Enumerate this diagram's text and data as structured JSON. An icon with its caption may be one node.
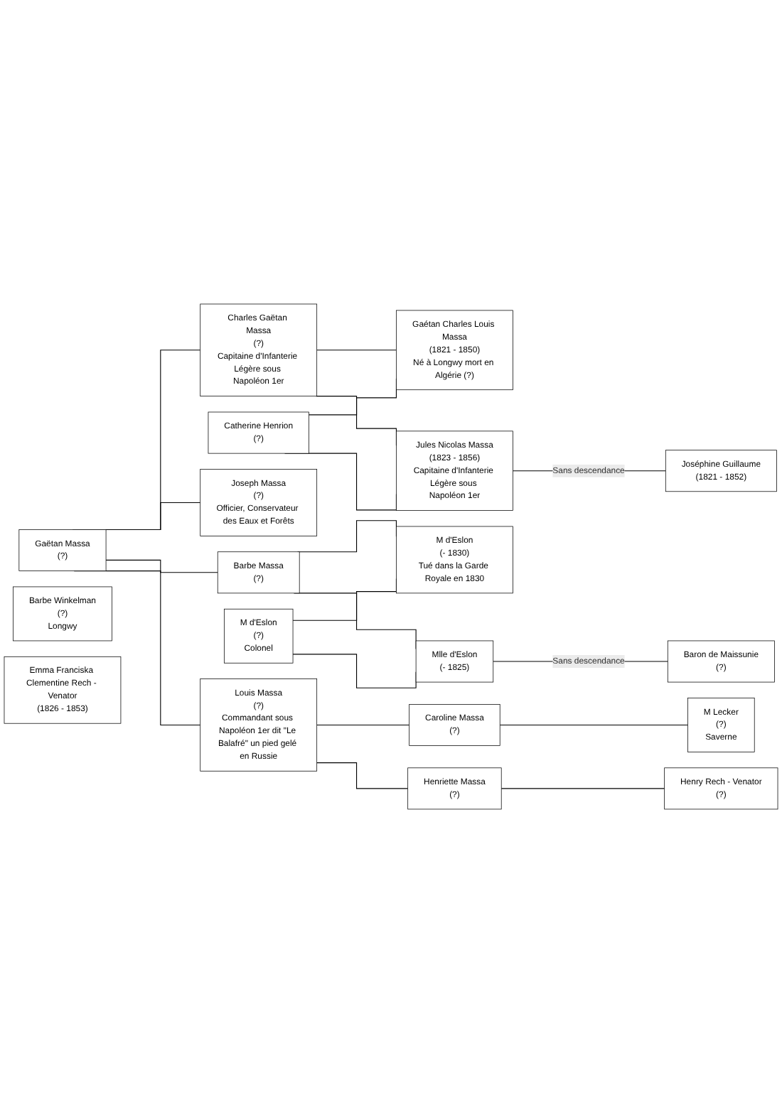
{
  "diagram": {
    "nodes": [
      {
        "text": [
          "Gaëtan Massa",
          "(?)"
        ]
      },
      {
        "text": [
          "Barbe Winkelman",
          "(?)",
          "Longwy"
        ]
      },
      {
        "text": [
          "Charles Gaëtan Massa",
          "(?)",
          "Capitaine d'Infanterie Légère sous Napoléon 1er"
        ]
      },
      {
        "text": [
          "Catherine Henrion",
          "(?)"
        ]
      },
      {
        "text": [
          "Joseph Massa",
          "(?)",
          "Officier, Conservateur des Eaux et Forêts"
        ]
      },
      {
        "text": [
          "Barbe Massa",
          "(?)"
        ]
      },
      {
        "text": [
          "M d'Eslon",
          "(?)",
          "Colonel"
        ]
      },
      {
        "text": [
          "Louis Massa",
          "(?)",
          "Commandant sous Napoléon 1er dit \"Le Balafré\" un pied gelé en Russie"
        ]
      },
      {
        "text": [
          "Emma Franciska Clementine Rech - Venator",
          "(1826 - 1853)"
        ]
      },
      {
        "text": [
          "Gaétan Charles Louis Massa",
          "(1821 - 1850)",
          "Né à Longwy mort en Algérie (?)"
        ]
      },
      {
        "text": [
          "Jules Nicolas Massa",
          "(1823 - 1856)",
          "Capitaine d'Infanterie Légère sous Napoléon 1er"
        ]
      },
      {
        "text": [
          "Joséphine Guillaume",
          "(1821 - 1852)"
        ]
      },
      {
        "text": [
          "M d'Eslon",
          "(- 1830)",
          "Tué dans la Garde Royale en 1830"
        ]
      },
      {
        "text": [
          "Mlle d'Eslon",
          "(- 1825)"
        ]
      },
      {
        "text": [
          "Baron de Maissunie",
          "(?)"
        ]
      },
      {
        "text": [
          "Caroline Massa",
          "(?)"
        ]
      },
      {
        "text": [
          "M Lecker",
          "(?)",
          "Saverne"
        ]
      },
      {
        "text": [
          "Henriette Massa",
          "(?)"
        ]
      },
      {
        "text": [
          "Henry Rech - Venator",
          "(?)"
        ]
      }
    ],
    "edges": [
      {
        "from": 0,
        "to": 2,
        "arrow": "none"
      },
      {
        "from": 0,
        "to": 4,
        "arrow": "none"
      },
      {
        "from": 0,
        "to": 5,
        "arrow": "none"
      },
      {
        "from": 0,
        "to": 7,
        "arrow": "none"
      },
      {
        "from": 2,
        "to": 9,
        "arrow": "none"
      },
      {
        "from": 2,
        "to": 10,
        "arrow": "none"
      },
      {
        "from": 3,
        "to": 9,
        "arrow": "none"
      },
      {
        "from": 3,
        "to": 10,
        "arrow": "none"
      },
      {
        "from": 10,
        "to": 11,
        "arrow": "none",
        "label": "Sans descendance"
      },
      {
        "from": 5,
        "to": 12,
        "arrow": "none"
      },
      {
        "from": 5,
        "to": 13,
        "arrow": "none"
      },
      {
        "from": 6,
        "to": 12,
        "arrow": "none"
      },
      {
        "from": 6,
        "to": 13,
        "arrow": "none"
      },
      {
        "from": 13,
        "to": 14,
        "arrow": "none",
        "label": "Sans descendance"
      },
      {
        "from": 7,
        "to": 15,
        "arrow": "none"
      },
      {
        "from": 7,
        "to": 17,
        "arrow": "none"
      },
      {
        "from": 15,
        "to": 16,
        "arrow": "none"
      },
      {
        "from": 17,
        "to": 18,
        "arrow": "none"
      }
    ]
  }
}
